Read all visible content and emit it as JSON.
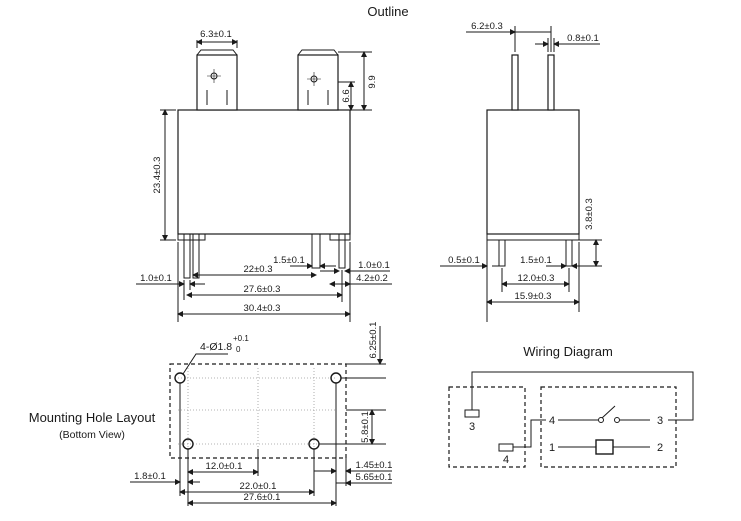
{
  "titles": {
    "outline": "Outline",
    "wiring": "Wiring Diagram",
    "mounting": "Mounting Hole Layout",
    "mounting_sub": "(Bottom View)"
  },
  "dims": {
    "d63": "6.3±0.1",
    "d99": "9.9",
    "d66": "6.6",
    "d234": "23.4±0.3",
    "d15a": "1.5±0.1",
    "d10a": "1.0±0.1",
    "d10b": "1.0±0.1",
    "d22": "22±0.3",
    "d276": "27.6±0.3",
    "d42": "4.2±0.2",
    "d304": "30.4±0.3",
    "d62": "6.2±0.3",
    "d08": "0.8±0.1",
    "d38": "3.8±0.3",
    "d05": "0.5±0.1",
    "d15b": "1.5±0.1",
    "d120a": "12.0±0.3",
    "d159": "15.9±0.3",
    "hole_prefix": "4-Ø1.8",
    "hole_tol_plus": "+0.1",
    "hole_tol_zero": "0",
    "d625": "6.25±0.1",
    "d58": "5.8±0.1",
    "d120b": "12.0±0.1",
    "d145": "1.45±0.1",
    "d18": "1.8±0.1",
    "d220": "22.0±0.1",
    "d565": "5.65±0.1",
    "d276b": "27.6±0.1"
  },
  "wiring": {
    "pin3_left": "3",
    "pin4_left": "4",
    "pin4": "4",
    "pin3": "3",
    "pin1": "1",
    "pin2": "2"
  }
}
